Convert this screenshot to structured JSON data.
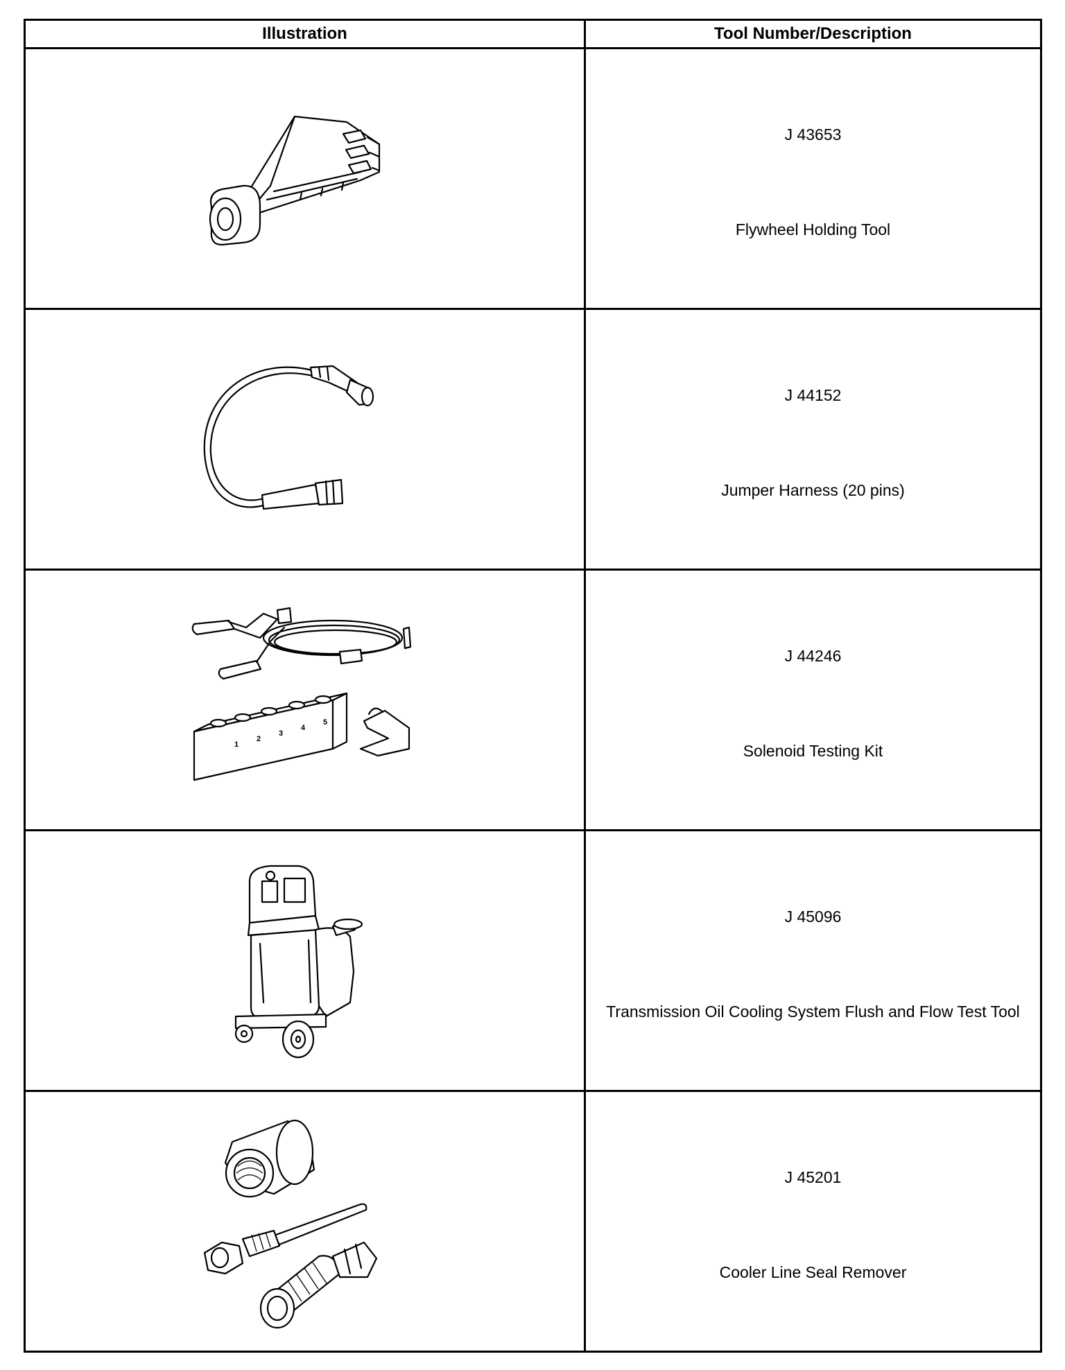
{
  "table": {
    "headers": {
      "illustration": "Illustration",
      "description": "Tool Number/Description"
    },
    "rows": [
      {
        "number": "J 43653",
        "name": "Flywheel Holding Tool",
        "icon": "flywheel-holding-tool-icon"
      },
      {
        "number": "J 44152",
        "name": "Jumper Harness (20 pins)",
        "icon": "jumper-harness-icon"
      },
      {
        "number": "J 44246",
        "name": "Solenoid Testing Kit",
        "icon": "solenoid-testing-kit-icon"
      },
      {
        "number": "J 45096",
        "name": "Transmission Oil Cooling System Flush and Flow Test Tool",
        "icon": "flush-flow-test-cart-icon"
      },
      {
        "number": "J 45201",
        "name": "Cooler Line Seal Remover",
        "icon": "cooler-line-seal-remover-icon"
      }
    ]
  },
  "kit_port_numbers": [
    "1",
    "2",
    "3",
    "4",
    "5"
  ]
}
